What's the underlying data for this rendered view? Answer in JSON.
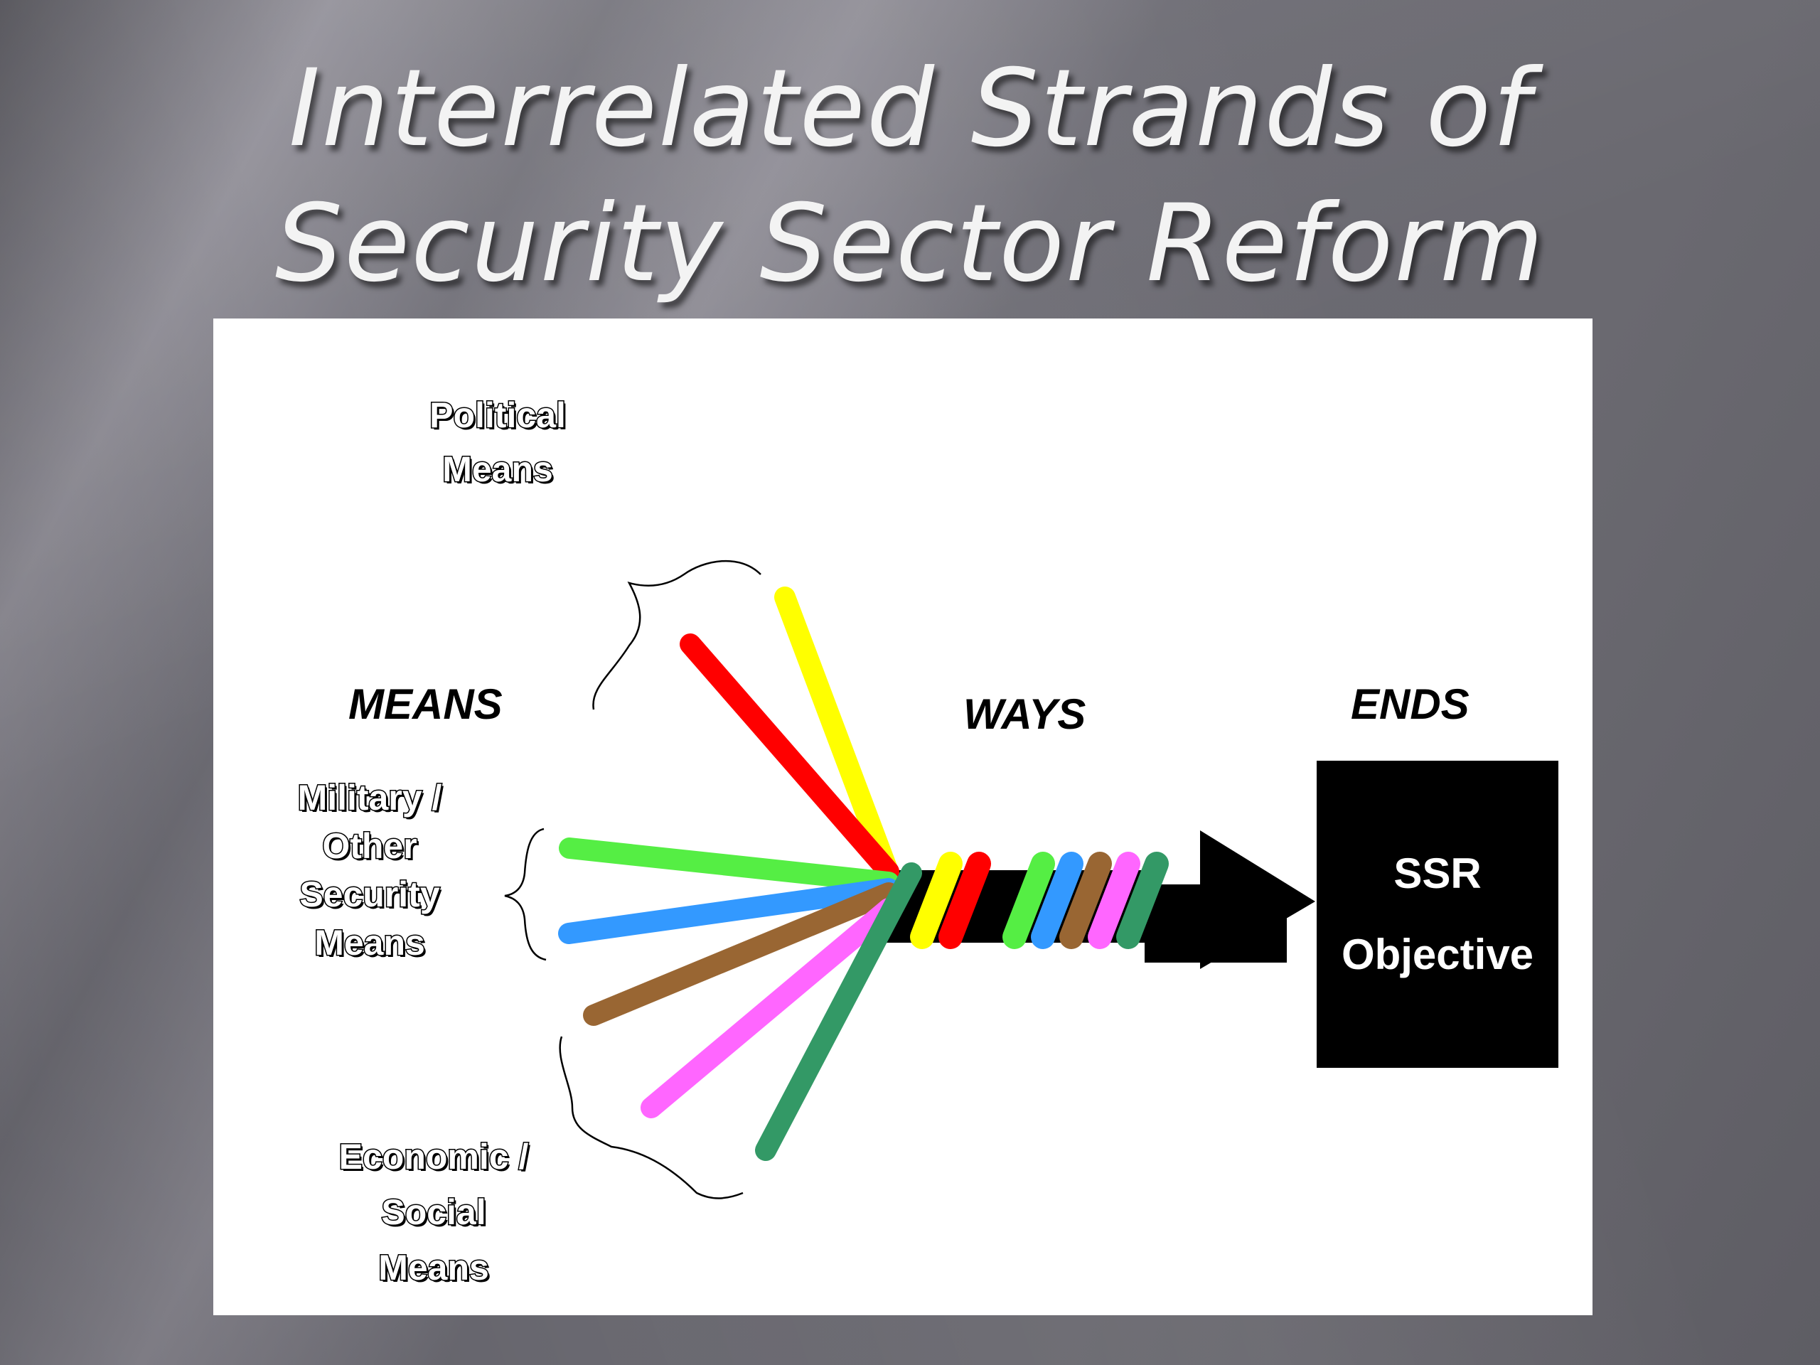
{
  "slide": {
    "title_line1": "Interrelated Strands of",
    "title_line2": "Security Sector Reform"
  },
  "diagram": {
    "column_means": "MEANS",
    "column_ways": "WAYS",
    "column_ends": "ENDS",
    "group_political": [
      "Political",
      "Means"
    ],
    "group_military": [
      "Military /",
      "Other",
      "Security",
      "Means"
    ],
    "group_economic": [
      "Economic /",
      "Social",
      "Means"
    ],
    "objective": [
      "SSR",
      "Objective"
    ],
    "strand_colors": {
      "yellow": "#ffff00",
      "red": "#ff0000",
      "green": "#55ee44",
      "blue": "#3399ff",
      "brown": "#996633",
      "pink": "#ff66ff",
      "dark_green": "#339966"
    }
  }
}
